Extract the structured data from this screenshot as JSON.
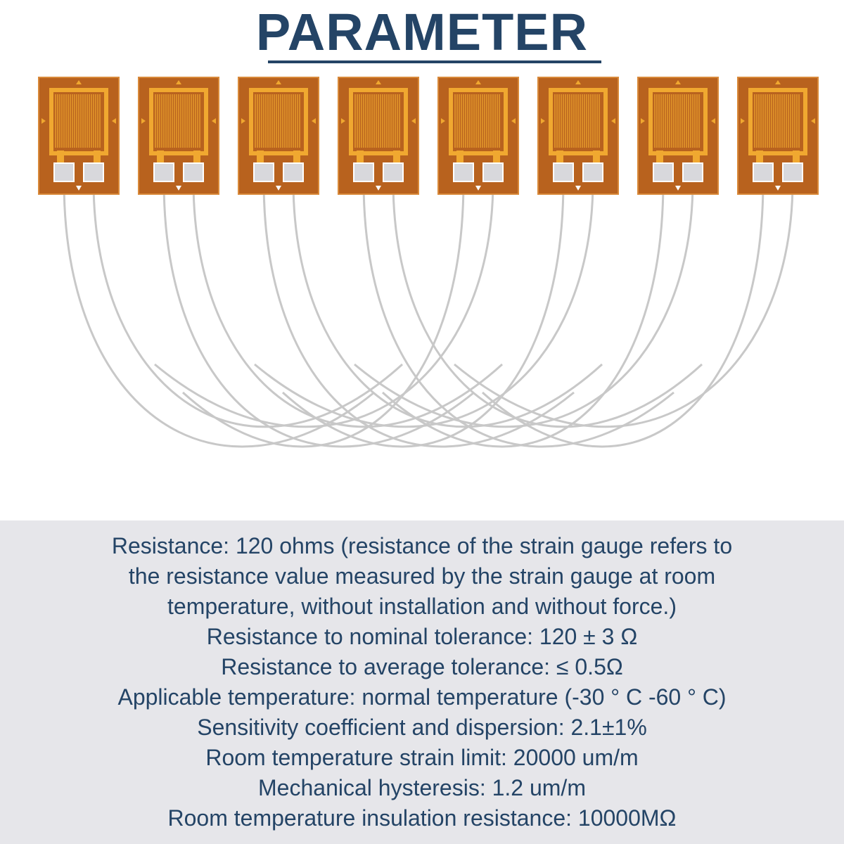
{
  "title": "PARAMETER",
  "colors": {
    "title": "#244466",
    "text": "#244466",
    "panel_bg": "#e6e6ea",
    "gauge_body": "#b8621e",
    "gauge_grid": "#f0a830",
    "wire": "#c8c8c8"
  },
  "figure": {
    "gauge_count": 8,
    "icon": "strain-gauge-icon"
  },
  "specs": [
    "Resistance: 120 ohms (resistance of the strain gauge refers to",
    "the resistance value measured by the strain gauge at room",
    "temperature, without installation and without force.)",
    "Resistance to nominal tolerance: 120 ± 3 Ω",
    "Resistance to average tolerance: ≤ 0.5Ω",
    "Applicable temperature: normal temperature (-30 ° C -60 ° C)",
    "Sensitivity coefficient and dispersion: 2.1±1%",
    "Room temperature strain limit: 20000 um/m",
    "Mechanical hysteresis: 1.2 um/m",
    "Room temperature insulation resistance: 10000MΩ"
  ]
}
